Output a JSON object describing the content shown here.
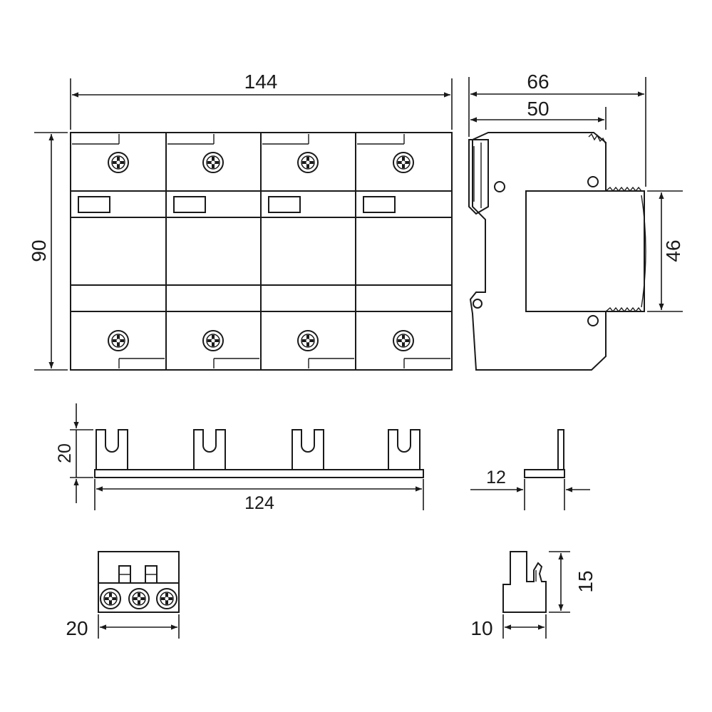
{
  "colors": {
    "line": "#1a1a1a",
    "background": "#ffffff"
  },
  "dimensions": {
    "front_width": "144",
    "front_height": "90",
    "side_depth_total": "66",
    "side_depth_rail": "50",
    "side_front_height": "46",
    "busbar_height": "20",
    "busbar_length": "124",
    "busbar_thickness": "12",
    "terminal_width": "20",
    "terminal_depth": "10",
    "terminal_height": "15"
  },
  "icons": {
    "screw": "phillips-screw-icon",
    "window": "status-window-icon"
  }
}
